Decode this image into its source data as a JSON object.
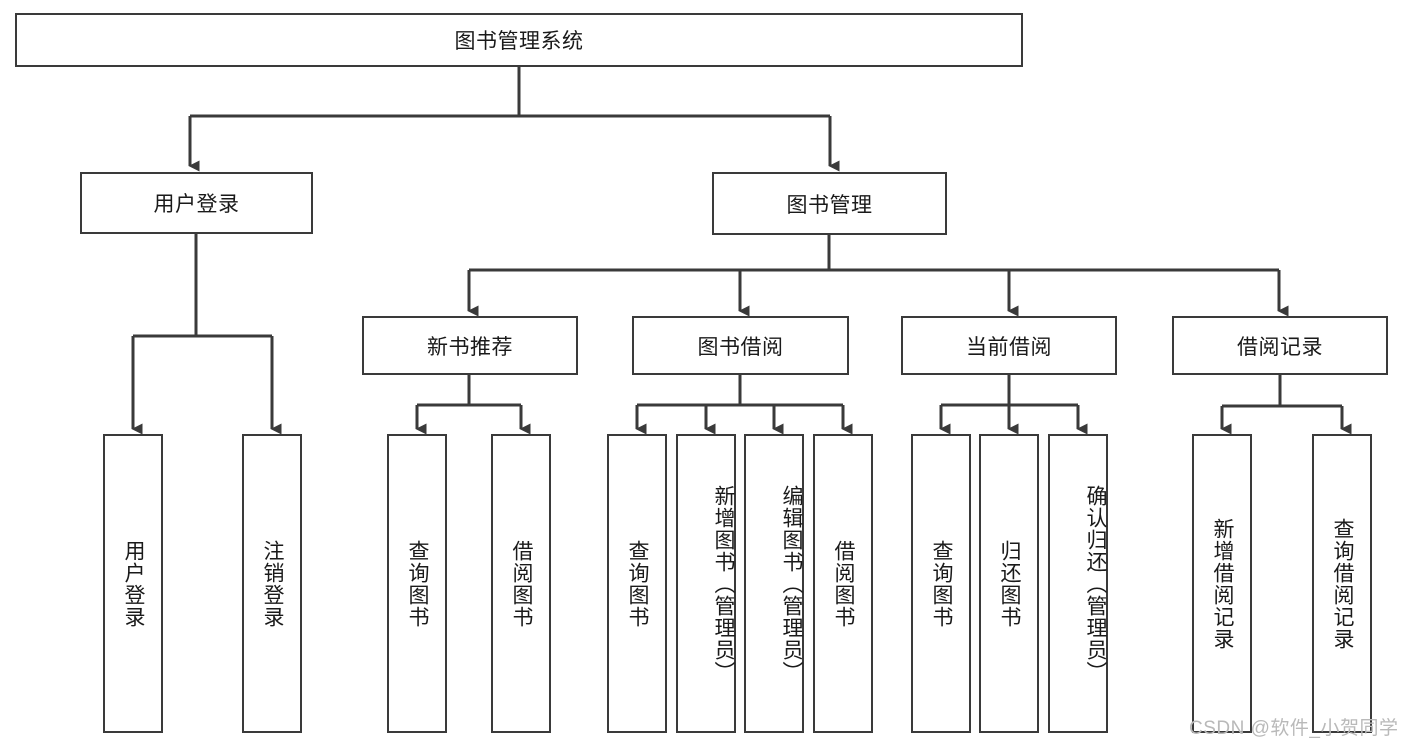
{
  "diagram": {
    "title": "图书管理系统",
    "type": "hierarchy-tree",
    "root": {
      "id": "root",
      "label": "图书管理系统"
    },
    "level2": [
      {
        "id": "user-login",
        "label": "用户登录"
      },
      {
        "id": "book-manage",
        "label": "图书管理"
      }
    ],
    "level3": [
      {
        "id": "new-book-recommend",
        "label": "新书推荐"
      },
      {
        "id": "book-borrow",
        "label": "图书借阅"
      },
      {
        "id": "current-borrow",
        "label": "当前借阅"
      },
      {
        "id": "borrow-record",
        "label": "借阅记录"
      }
    ],
    "leaves": {
      "user_login": [
        {
          "id": "leaf-user-login",
          "label": "用户登录"
        },
        {
          "id": "leaf-user-logout",
          "label": "注销登录"
        }
      ],
      "new_book_recommend": [
        {
          "id": "leaf-query-book-1",
          "label": "查询图书"
        },
        {
          "id": "leaf-borrow-book-1",
          "label": "借阅图书"
        }
      ],
      "book_borrow": [
        {
          "id": "leaf-query-book-2",
          "label": "查询图书"
        },
        {
          "id": "leaf-add-book",
          "label": "新增图书（管理员）"
        },
        {
          "id": "leaf-edit-book",
          "label": "编辑图书（管理员）"
        },
        {
          "id": "leaf-borrow-book-2",
          "label": "借阅图书"
        }
      ],
      "current_borrow": [
        {
          "id": "leaf-query-book-3",
          "label": "查询图书"
        },
        {
          "id": "leaf-return-book",
          "label": "归还图书"
        },
        {
          "id": "leaf-confirm-return",
          "label": "确认归还（管理员）"
        }
      ],
      "borrow_record": [
        {
          "id": "leaf-add-record",
          "label": "新增借阅记录"
        },
        {
          "id": "leaf-query-record",
          "label": "查询借阅记录"
        }
      ]
    }
  },
  "watermark": {
    "text": "CSDN @软件_小贺同学"
  },
  "colors": {
    "border": "#3a3a3a",
    "background": "#ffffff",
    "text": "#1a1a1a",
    "watermark": "#b9b9b9"
  }
}
